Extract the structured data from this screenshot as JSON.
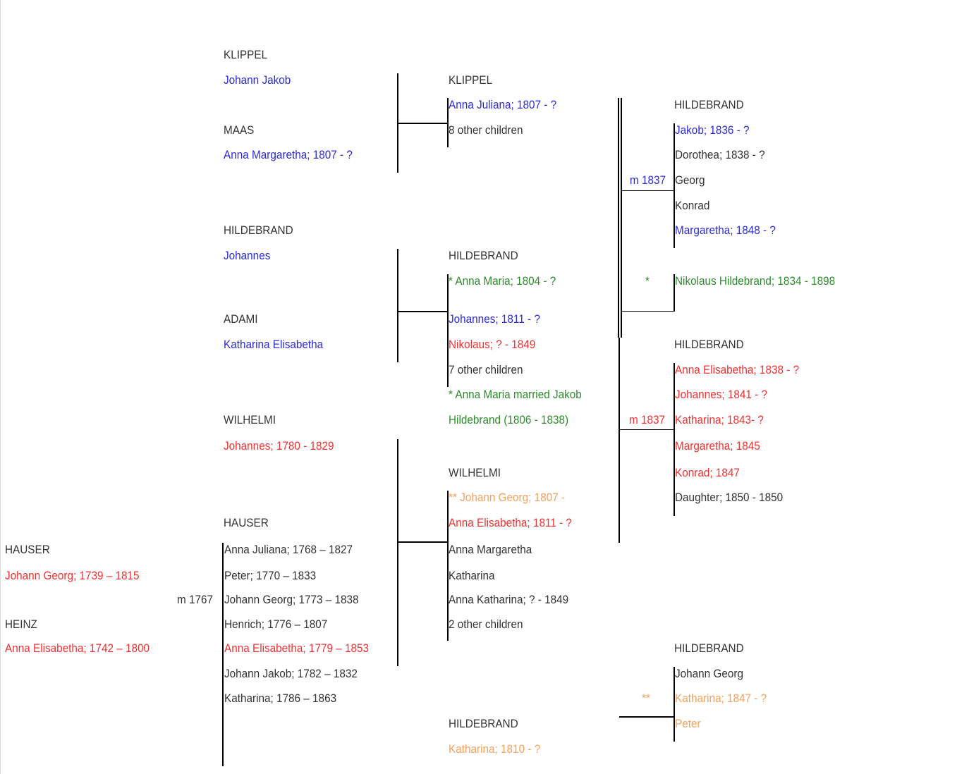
{
  "colors": {
    "text": "#333333",
    "blue": "#2b2bd6",
    "red": "#ef3131",
    "green": "#2e8b2e",
    "orange": "#f5a15a"
  },
  "col1": {
    "hauser_surname": "HAUSER",
    "hauser_name": "Johann Georg; 1739 – 1815",
    "marriage": "m 1767",
    "heinz_surname": "HEINZ",
    "heinz_name": "Anna Elisabetha; 1742 – 1800"
  },
  "col2": {
    "klippel_surname": "KLIPPEL",
    "klippel_name": "Johann Jakob",
    "maas_surname": "MAAS",
    "maas_name": "Anna Margaretha; 1807 - ?",
    "hildebrand_surname": "HILDEBRAND",
    "hildebrand_name": "Johannes",
    "adami_surname": "ADAMI",
    "adami_name": "Katharina Elisabetha",
    "wilhelmi_surname": "WILHELMI",
    "wilhelmi_name": "Johannes; 1780 - 1829",
    "hauser_surname": "HAUSER",
    "hauser_children": [
      "Anna Juliana; 1768 – 1827",
      "Peter; 1770 – 1833",
      "Johann Georg; 1773 – 1838",
      "Henrich; 1776 – 1807",
      "Anna Elisabetha; 1779 – 1853",
      "Johann Jakob; 1782 – 1832",
      "Katharina; 1786 – 1863"
    ]
  },
  "col3": {
    "klippel_surname": "KLIPPEL",
    "klippel_children": [
      "Anna Juliana; 1807 - ?",
      "8 other children"
    ],
    "hildebrand_surname": "HILDEBRAND",
    "hildebrand_children": [
      "* Anna Maria; 1804 - ?",
      "Johannes; 1811 - ?",
      "Nikolaus; ? - 1849",
      "7 other children"
    ],
    "note_line1": "* Anna Maria married Jakob",
    "note_line2": "Hildebrand (1806 - 1838)",
    "wilhelmi_surname": "WILHELMI",
    "wilhelmi_children": [
      "** Johann Georg; 1807 -",
      "Anna Elisabetha; 1811 - ?",
      "Anna Margaretha",
      "Katharina",
      "Anna Katharina; ? - 1849",
      "2 other children"
    ],
    "hildebrand2_surname": "HILDEBRAND",
    "hildebrand2_name": "Katharina; 1810 - ?"
  },
  "col4": {
    "marriage1": "m 1837",
    "star": "*",
    "marriage2": "m 1837",
    "starstar": "**",
    "hild1_surname": "HILDEBRAND",
    "hild1_children": [
      "Jakob; 1836 - ?",
      "Dorothea; 1838 - ?",
      "Georg",
      "Konrad",
      "Margaretha; 1848 - ?"
    ],
    "nikolaus": "Nikolaus Hildebrand; 1834 - 1898",
    "hild2_surname": "HILDEBRAND",
    "hild2_children": [
      "Anna Elisabetha; 1838 - ?",
      "Johannes; 1841 - ?",
      "Katharina; 1843- ?",
      "Margaretha; 1845",
      "Konrad; 1847",
      "Daughter; 1850 - 1850"
    ],
    "hild3_surname": "HILDEBRAND",
    "hild3_children": [
      "Johann Georg",
      "Katharina; 1847 - ?",
      "Peter"
    ]
  }
}
